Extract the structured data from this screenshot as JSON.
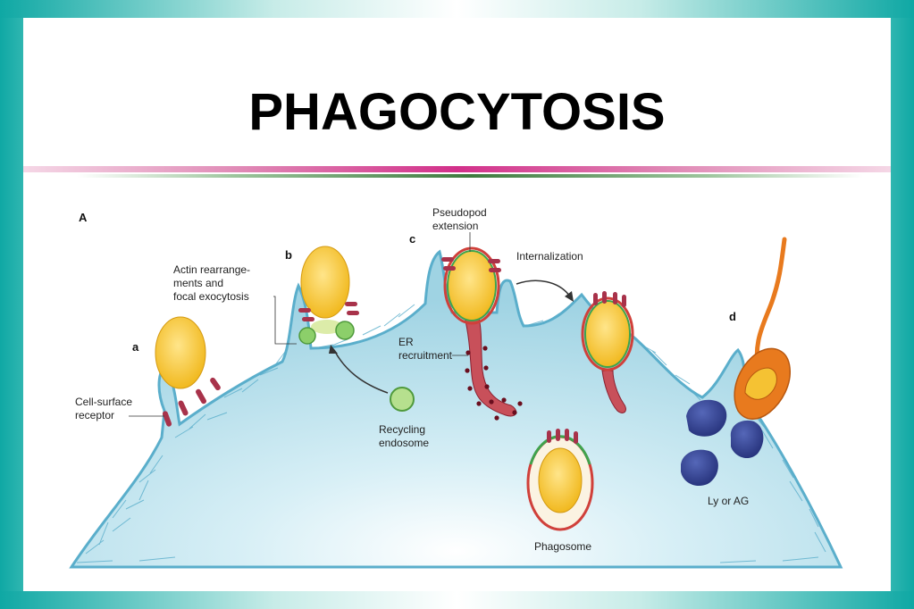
{
  "title": "PHAGOCYTOSIS",
  "colors": {
    "cell": "#aeddea",
    "membrane": "#5aaecb",
    "particle": "#f5c233",
    "receptor": "#a8324a",
    "er": "#c8505a",
    "lysosome": "#2e3d8a",
    "pathogen": "#e87a1e",
    "endosome": "#8ccf6a"
  },
  "diagram": {
    "figure_label": "A",
    "panels": {
      "a": "a",
      "b": "b",
      "c": "c",
      "d": "d"
    },
    "labels": {
      "cell_surface_receptor_1": "Cell-surface",
      "cell_surface_receptor_2": "receptor",
      "actin_1": "Actin rearrange-",
      "actin_2": "ments and",
      "actin_3": "focal exocytosis",
      "pseudopod_1": "Pseudopod",
      "pseudopod_2": "extension",
      "internalization": "Internalization",
      "er_1": "ER",
      "er_2": "recruitment",
      "recycling_1": "Recycling",
      "recycling_2": "endosome",
      "phagosome": "Phagosome",
      "ly_or_ag": "Ly or AG"
    }
  }
}
